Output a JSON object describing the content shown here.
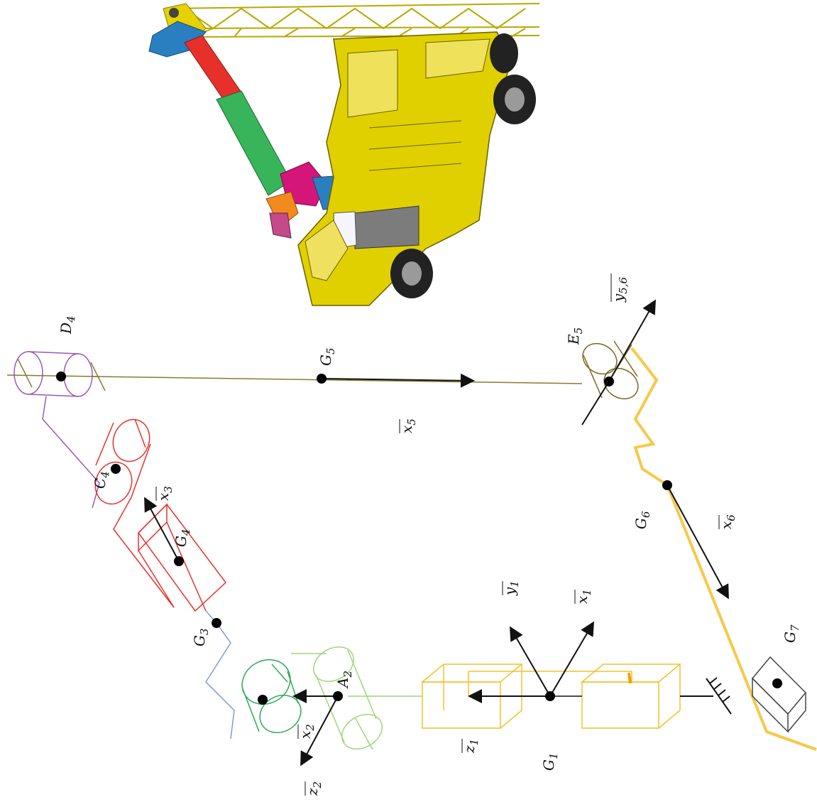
{
  "colors": {
    "body_yellow": "#e8d700",
    "link1": "#f2c12e",
    "link2_light": "#9fd67a",
    "link2_dark": "#2fa85a",
    "link3": "#7b9ed3",
    "link4": "#e8302a",
    "link4_top": "#9b59b6",
    "link5": "#7a6820",
    "link6": "#f6c94a",
    "link7": "#444444",
    "arrow": "#111111"
  },
  "labels": {
    "G1": {
      "base": "G",
      "sub": "1"
    },
    "G3": {
      "base": "G",
      "sub": "3"
    },
    "G4": {
      "base": "G",
      "sub": "4"
    },
    "G5": {
      "base": "G",
      "sub": "5"
    },
    "G6": {
      "base": "G",
      "sub": "6"
    },
    "G7": {
      "base": "G",
      "sub": "7"
    },
    "A2": {
      "base": "A",
      "sub": "2"
    },
    "C4": {
      "base": "C",
      "sub": "4"
    },
    "D4": {
      "base": "D",
      "sub": "4"
    },
    "E5": {
      "base": "E",
      "sub": "5"
    },
    "x1": {
      "base": "x",
      "sub": "1"
    },
    "y1": {
      "base": "y",
      "sub": "1"
    },
    "z1": {
      "base": "z",
      "sub": "1"
    },
    "x2": {
      "base": "x",
      "sub": "2"
    },
    "z2": {
      "base": "z",
      "sub": "2"
    },
    "x3": {
      "base": "x",
      "sub": "3"
    },
    "x5": {
      "base": "x",
      "sub": "5"
    },
    "x6": {
      "base": "x",
      "sub": "6"
    },
    "y56": {
      "base": "y",
      "sub": "5,6"
    }
  },
  "illustration": {
    "description_icon": "truck-crane-render"
  }
}
